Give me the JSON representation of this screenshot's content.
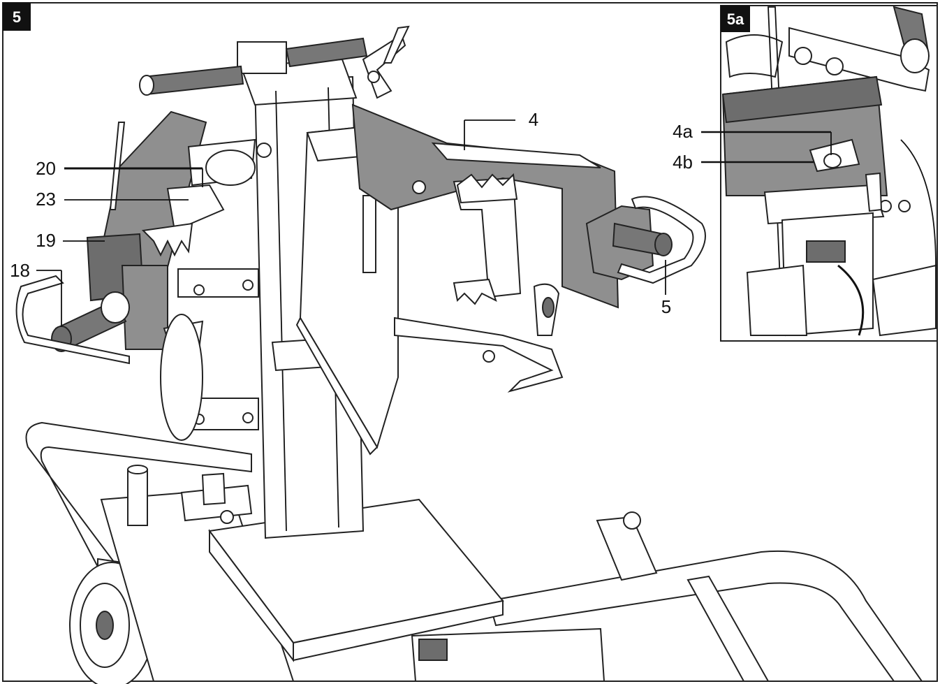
{
  "figure": {
    "main_number": "5",
    "inset_number": "5a"
  },
  "callouts": {
    "c20": "20",
    "c23": "23",
    "c19": "19",
    "c18": "18",
    "c4": "4",
    "c5": "5",
    "c4a": "4a",
    "c4b": "4b"
  }
}
